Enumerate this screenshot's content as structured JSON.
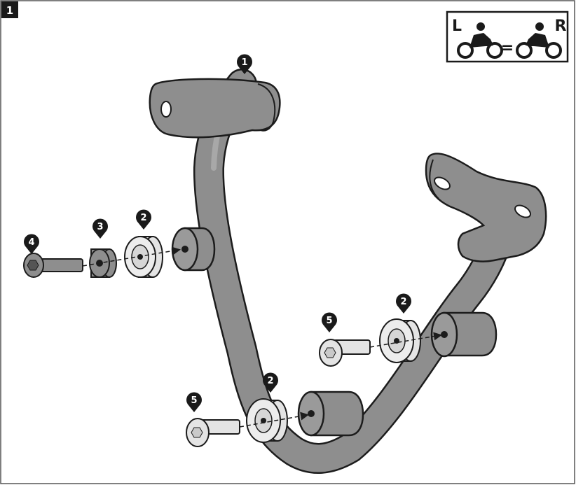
{
  "step_number": "1",
  "lr_badge": {
    "left": "L",
    "equals": "=",
    "right": "R"
  },
  "callouts": {
    "c1": "1",
    "c2a": "2",
    "c2b": "2",
    "c2c": "2",
    "c3": "3",
    "c4": "4",
    "c5a": "5",
    "c5b": "5"
  },
  "colors": {
    "frame": "#555555",
    "steel": "#8e8e8e",
    "steel_light": "#b5b5b5",
    "outline": "#1c1c1c",
    "spacer": "#e4e4e4",
    "callout": "#1a1a1a"
  }
}
